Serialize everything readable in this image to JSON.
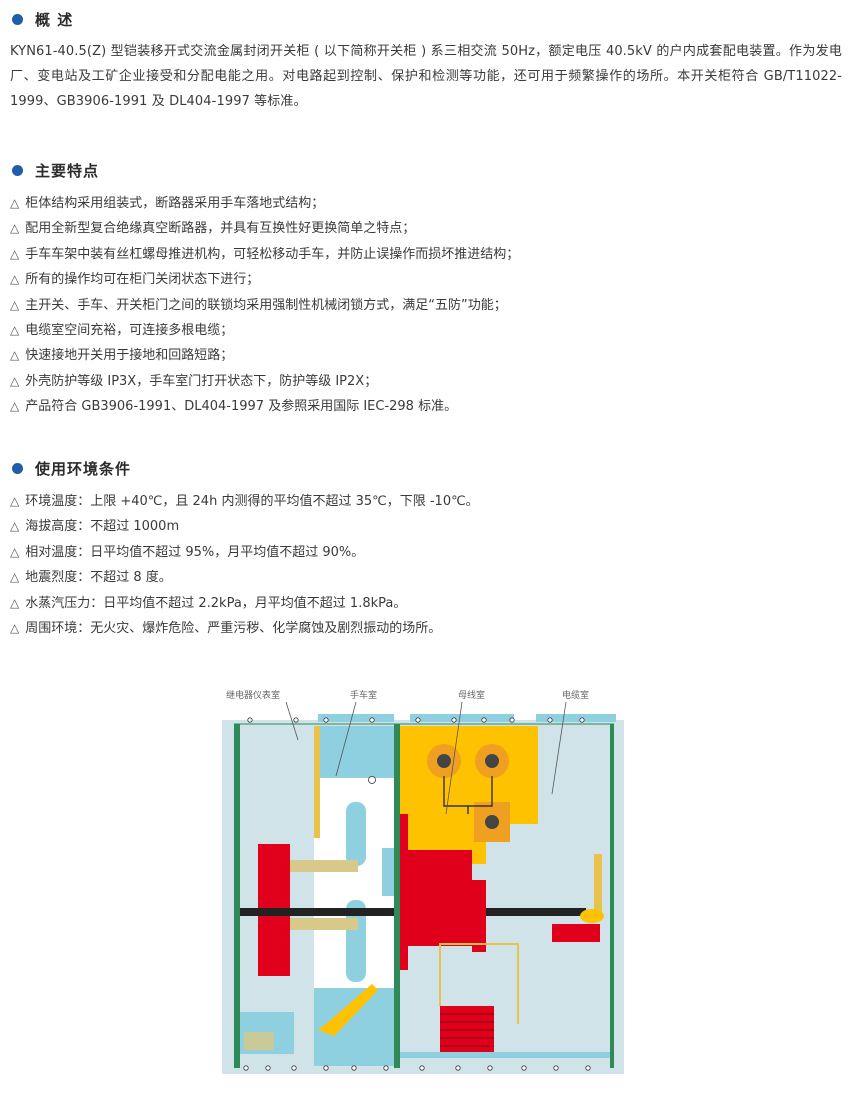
{
  "overview": {
    "title": "概 述",
    "text": "KYN61-40.5(Z) 型铠装移开式交流金属封闭开关柜 ( 以下简称开关柜 ) 系三相交流 50Hz，额定电压 40.5kV 的户内成套配电装置。作为发电厂、变电站及工矿企业接受和分配电能之用。对电路起到控制、保护和检测等功能，还可用于频繁操作的场所。本开关柜符合 GB/T11022-1999、GB3906-1991 及 DL404-1997 等标准。"
  },
  "features": {
    "title": "主要特点",
    "marker": "△",
    "items": [
      "柜体结构采用组装式，断路器采用手车落地式结构；",
      "配用全新型复合绝缘真空断路器，并具有互换性好更换简单之特点；",
      "手车车架中装有丝杠螺母推进机构，可轻松移动手车，并防止误操作而损坏推进结构；",
      "所有的操作均可在柜门关闭状态下进行；",
      "主开关、手车、开关柜门之间的联锁均采用强制性机械闭锁方式，满足“五防”功能；",
      "电缆室空间充裕，可连接多根电缆；",
      "快速接地开关用于接地和回路短路；",
      "外壳防护等级 IP3X，手车室门打开状态下，防护等级 IP2X；",
      "产品符合 GB3906-1991、DL404-1997 及参照采用国际 IEC-298 标准。"
    ]
  },
  "environment": {
    "title": "使用环境条件",
    "marker": "△",
    "items": [
      "环境温度：上限 +40℃，且 24h 内测得的平均值不超过 35℃，下限 -10℃。",
      "海拔高度：不超过 1000m",
      "相对温度：日平均值不超过 95%，月平均值不超过 90%。",
      "地震烈度：不超过 8 度。",
      "水蒸汽压力：日平均值不超过 2.2kPa，月平均值不超过 1.8kPa。",
      "周围环境：无火灾、爆炸危险、严重污秽、化学腐蚀及剧烈振动的场所。"
    ]
  },
  "diagram": {
    "labels": {
      "relay_room": "继电器仪表室",
      "truck_room": "手车室",
      "busbar_room": "母线室",
      "cable_room": "电缆室"
    },
    "colors": {
      "frame": "#2e8b57",
      "panel": "#cfe3e8",
      "blue": "#8fd0e0",
      "busbar": "#ffc200",
      "breaker": "#e0001b"
    }
  }
}
